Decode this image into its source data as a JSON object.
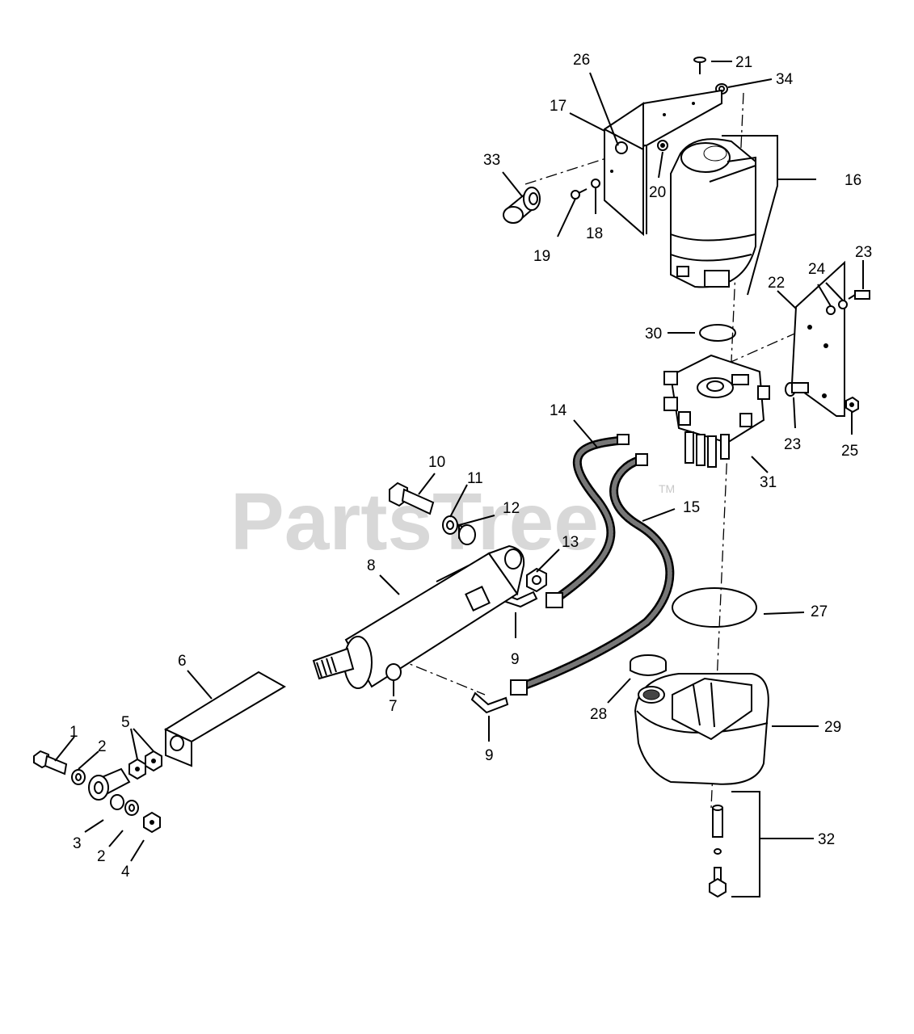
{
  "watermark": {
    "text": "PartsTree",
    "trademark": "TM"
  },
  "callouts": [
    "1",
    "2",
    "3",
    "2",
    "4",
    "5",
    "6",
    "7",
    "8",
    "9",
    "9",
    "10",
    "11",
    "12",
    "13",
    "14",
    "15",
    "16",
    "17",
    "18",
    "19",
    "20",
    "21",
    "22",
    "23",
    "23",
    "24",
    "25",
    "26",
    "27",
    "28",
    "29",
    "30",
    "31",
    "32",
    "33",
    "34"
  ]
}
